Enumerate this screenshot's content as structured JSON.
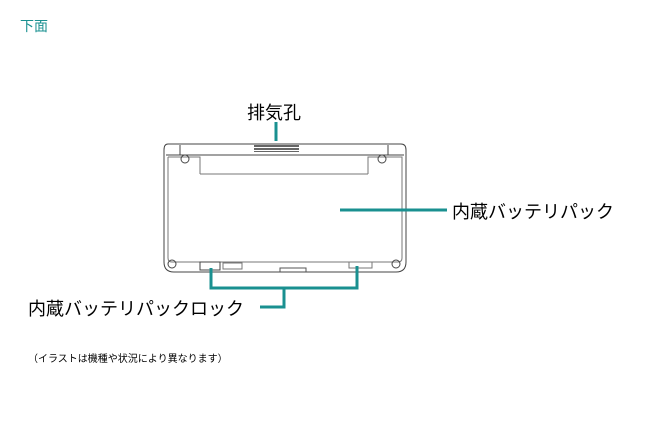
{
  "title": "下面",
  "labels": {
    "vent": "排気孔",
    "battery_pack": "内蔵バッテリパック",
    "battery_lock": "内蔵バッテリパックロック"
  },
  "note": "（イラストは機種や状況により異なります）",
  "colors": {
    "accent": "#1a9090",
    "outline": "#444444"
  }
}
